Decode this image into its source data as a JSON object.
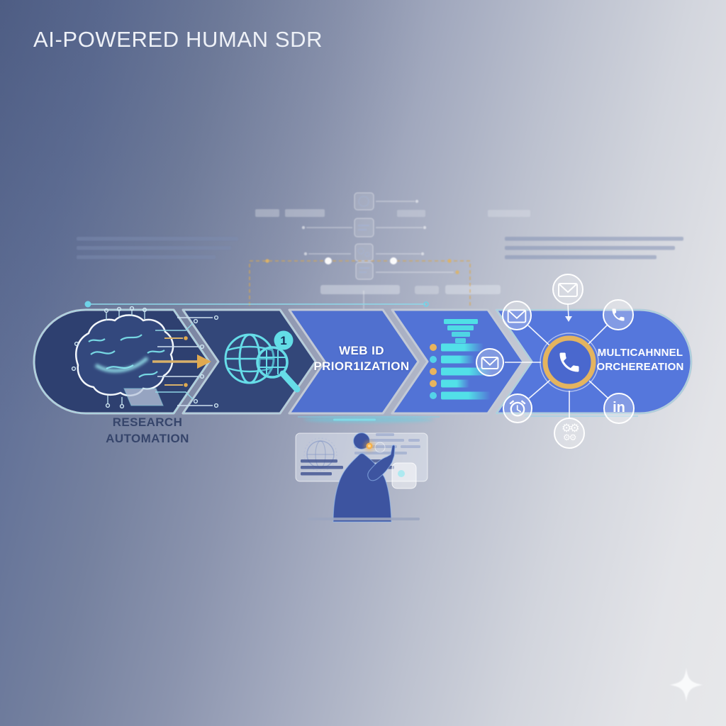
{
  "title": "AI-POWERED HUMAN SDR",
  "flow": {
    "stages": [
      {
        "name": "research-automation",
        "icon": "brain-circuit-icon",
        "label_line1": "RESEARCH",
        "label_line2": "AUTOMATION"
      },
      {
        "name": "prospect-search",
        "icon": "globe-magnifier-icon",
        "badge": "1"
      },
      {
        "name": "web-id-prioritization",
        "label_line1": "WEB ID",
        "label_line2": "PRIOR1IZATION"
      },
      {
        "name": "lead-funnel",
        "icon": "funnel-list-icon"
      },
      {
        "name": "multichannel-orchestration",
        "icon": "phone-hub-icon",
        "label_line1": "MULTICAHNNEL",
        "label_line2": "ORCHEREATION"
      }
    ]
  },
  "hub": {
    "center_icon": "phone-handset-icon",
    "satellite_icons": [
      "envelope",
      "phone",
      "envelope",
      "envelope",
      "alarm-clock",
      "gears",
      "linkedin"
    ],
    "linkedin_label": "in",
    "gear_glyph": "⚙",
    "gear_glyph_pair": "⚙⚙"
  },
  "decor": {
    "person": "silhouette-touching-holographic-screen",
    "corner_logo": "four-point-sparkle"
  },
  "colors": {
    "background_dark": "#59688f",
    "background_light": "#e7e8ea",
    "stage_navy": "#2e4070",
    "stage_navy2": "#334779",
    "stage_blue": "#5070cf",
    "stage_blue2": "#5273d6",
    "stage_blue3": "#5577dc",
    "cyan_accent": "#66dde8",
    "gold_accent": "#e0a94f",
    "gold_ring": "#e4b45f",
    "white": "#ffffff",
    "label_dark": "#36456b"
  }
}
